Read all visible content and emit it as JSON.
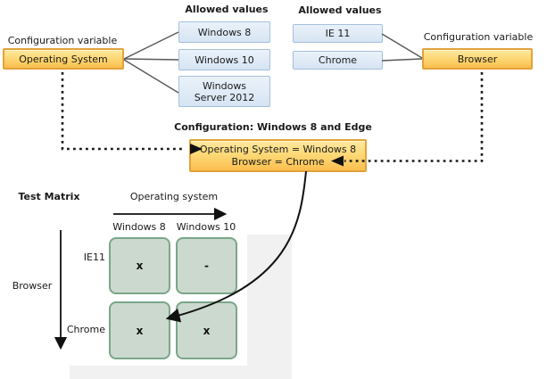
{
  "os_variable": {
    "label": "Configuration variable",
    "name": "Operating System",
    "allowed_values_title": "Allowed values",
    "values": [
      "Windows 8",
      "Windows 10",
      "Windows Server 2012"
    ]
  },
  "browser_variable": {
    "label": "Configuration variable",
    "name": "Browser",
    "allowed_values_title": "Allowed values",
    "values": [
      "IE 11",
      "Chrome"
    ]
  },
  "configuration": {
    "title": "Configuration: Windows 8 and Edge",
    "lines": [
      "Operating System = Windows 8",
      "Browser = Chrome"
    ]
  },
  "test_matrix": {
    "title": "Test Matrix",
    "x_axis_label": "Operating system",
    "y_axis_label": "Browser",
    "columns": [
      "Windows 8",
      "Windows 10"
    ],
    "rows": [
      "IE11",
      "Chrome"
    ],
    "cells": [
      [
        "x",
        "-"
      ],
      [
        "x",
        "x"
      ]
    ]
  },
  "colors": {
    "orange_fill_top": "#fee9a2",
    "orange_fill_bottom": "#fbbf4f",
    "orange_border": "#e2a23b",
    "blue_fill_top": "#eaf2fa",
    "blue_fill_bottom": "#d6e4f3",
    "blue_border": "#a5c0dd",
    "cell_fill": "#ccd9cf",
    "cell_border": "#7aa689",
    "shadow_gray": "#f1f1f1",
    "connector_gray": "#595959",
    "arrow_black": "#111111"
  }
}
